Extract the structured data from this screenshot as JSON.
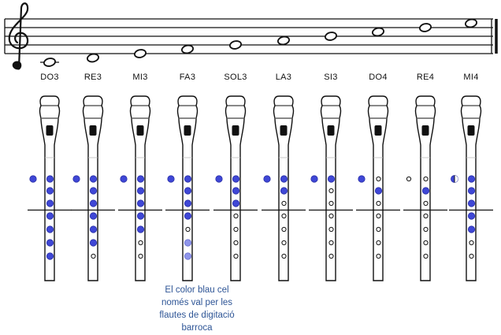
{
  "colors": {
    "ink": "#111111",
    "closed_hole": "#3f47d6",
    "baroque_hole": "#8f95ea",
    "caption": "#2e5596"
  },
  "staff": {
    "clef": "treble-clef",
    "notes": [
      {
        "label": "DO3"
      },
      {
        "label": "RE3"
      },
      {
        "label": "MI3"
      },
      {
        "label": "FA3"
      },
      {
        "label": "SOL3"
      },
      {
        "label": "LA3"
      },
      {
        "label": "SI3"
      },
      {
        "label": "DO4"
      },
      {
        "label": "RE4"
      },
      {
        "label": "MI4"
      }
    ]
  },
  "fingerings": [
    {
      "note": "DO3",
      "thumb": "closed",
      "holes": [
        "closed",
        "closed",
        "closed",
        "closed",
        "closed",
        "closed",
        "closed"
      ]
    },
    {
      "note": "RE3",
      "thumb": "closed",
      "holes": [
        "closed",
        "closed",
        "closed",
        "closed",
        "closed",
        "closed",
        "open"
      ]
    },
    {
      "note": "MI3",
      "thumb": "closed",
      "holes": [
        "closed",
        "closed",
        "closed",
        "closed",
        "closed",
        "open",
        "open"
      ]
    },
    {
      "note": "FA3",
      "thumb": "closed",
      "holes": [
        "closed",
        "closed",
        "closed",
        "closed",
        "open",
        "baroque",
        "baroque"
      ]
    },
    {
      "note": "SOL3",
      "thumb": "closed",
      "holes": [
        "closed",
        "closed",
        "closed",
        "open",
        "open",
        "open",
        "open"
      ]
    },
    {
      "note": "LA3",
      "thumb": "closed",
      "holes": [
        "closed",
        "closed",
        "open",
        "open",
        "open",
        "open",
        "open"
      ]
    },
    {
      "note": "SI3",
      "thumb": "closed",
      "holes": [
        "closed",
        "open",
        "open",
        "open",
        "open",
        "open",
        "open"
      ]
    },
    {
      "note": "DO4",
      "thumb": "closed",
      "holes": [
        "open",
        "closed",
        "open",
        "open",
        "open",
        "open",
        "open"
      ]
    },
    {
      "note": "RE4",
      "thumb": "open",
      "holes": [
        "open",
        "closed",
        "open",
        "open",
        "open",
        "open",
        "open"
      ]
    },
    {
      "note": "MI4",
      "thumb": "half",
      "holes": [
        "closed",
        "closed",
        "closed",
        "closed",
        "closed",
        "open",
        "open"
      ]
    }
  ],
  "caption": {
    "lines": [
      "El color blau cel",
      "només val per les",
      "flautes de digitació",
      "barroca"
    ]
  }
}
